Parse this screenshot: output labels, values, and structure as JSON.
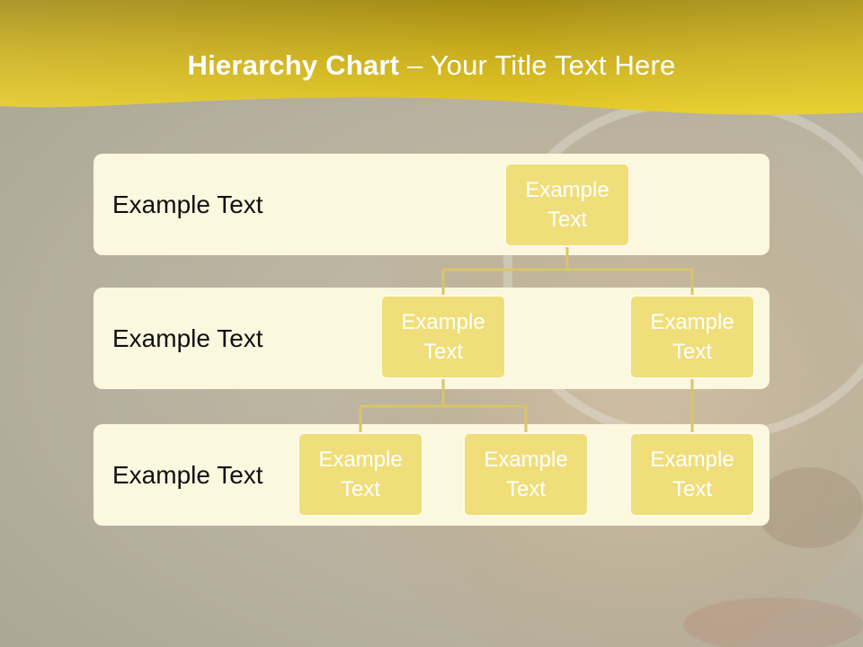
{
  "title": {
    "bold": "Hierarchy Chart",
    "rest": " – Your Title Text Here"
  },
  "rows": [
    {
      "label": "Example Text"
    },
    {
      "label": "Example Text"
    },
    {
      "label": "Example Text"
    }
  ],
  "nodes": {
    "root": "Example Text",
    "level2_left": "Example Text",
    "level2_right": "Example Text",
    "level3_left_a": "Example Text",
    "level3_left_b": "Example Text",
    "level3_right": "Example Text"
  },
  "colors": {
    "header": "#e3c824",
    "band": "#fcf7df",
    "node_fill": "#f0de7a",
    "node_border": "#fffbe8",
    "connector": "#d8c56a"
  }
}
